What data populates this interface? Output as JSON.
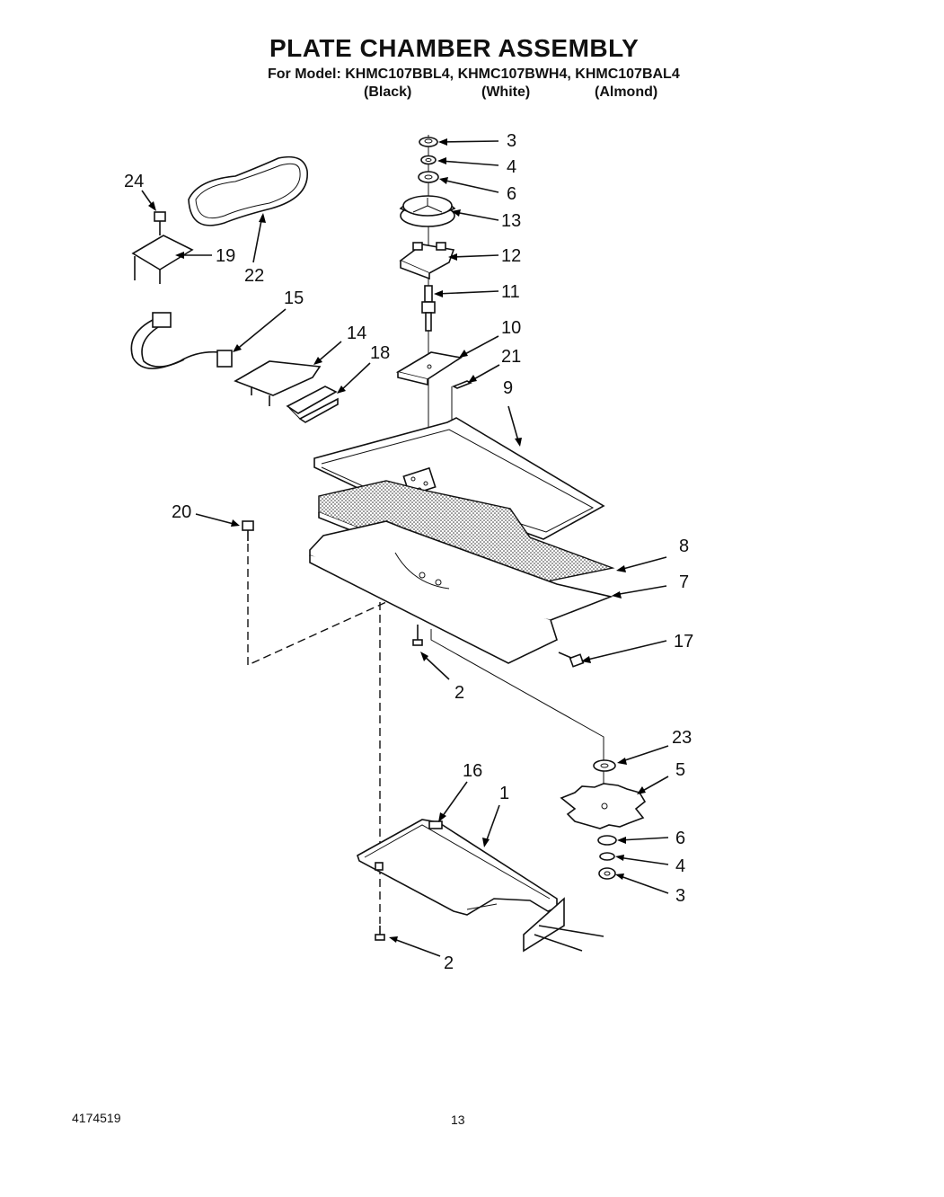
{
  "header": {
    "title": "PLATE CHAMBER ASSEMBLY",
    "models": "For Model: KHMC107BBL4, KHMC107BWH4, KHMC107BAL4",
    "colors": [
      "(Black)",
      "(White)",
      "(Almond)"
    ]
  },
  "footer": {
    "doc_number": "4174519",
    "page_number": "13"
  },
  "callouts": [
    "3",
    "4",
    "6",
    "13",
    "12",
    "11",
    "10",
    "21",
    "9",
    "8",
    "7",
    "17",
    "2",
    "23",
    "5",
    "6",
    "4",
    "3",
    "2",
    "1",
    "16",
    "24",
    "19",
    "22",
    "15",
    "14",
    "18",
    "20"
  ]
}
